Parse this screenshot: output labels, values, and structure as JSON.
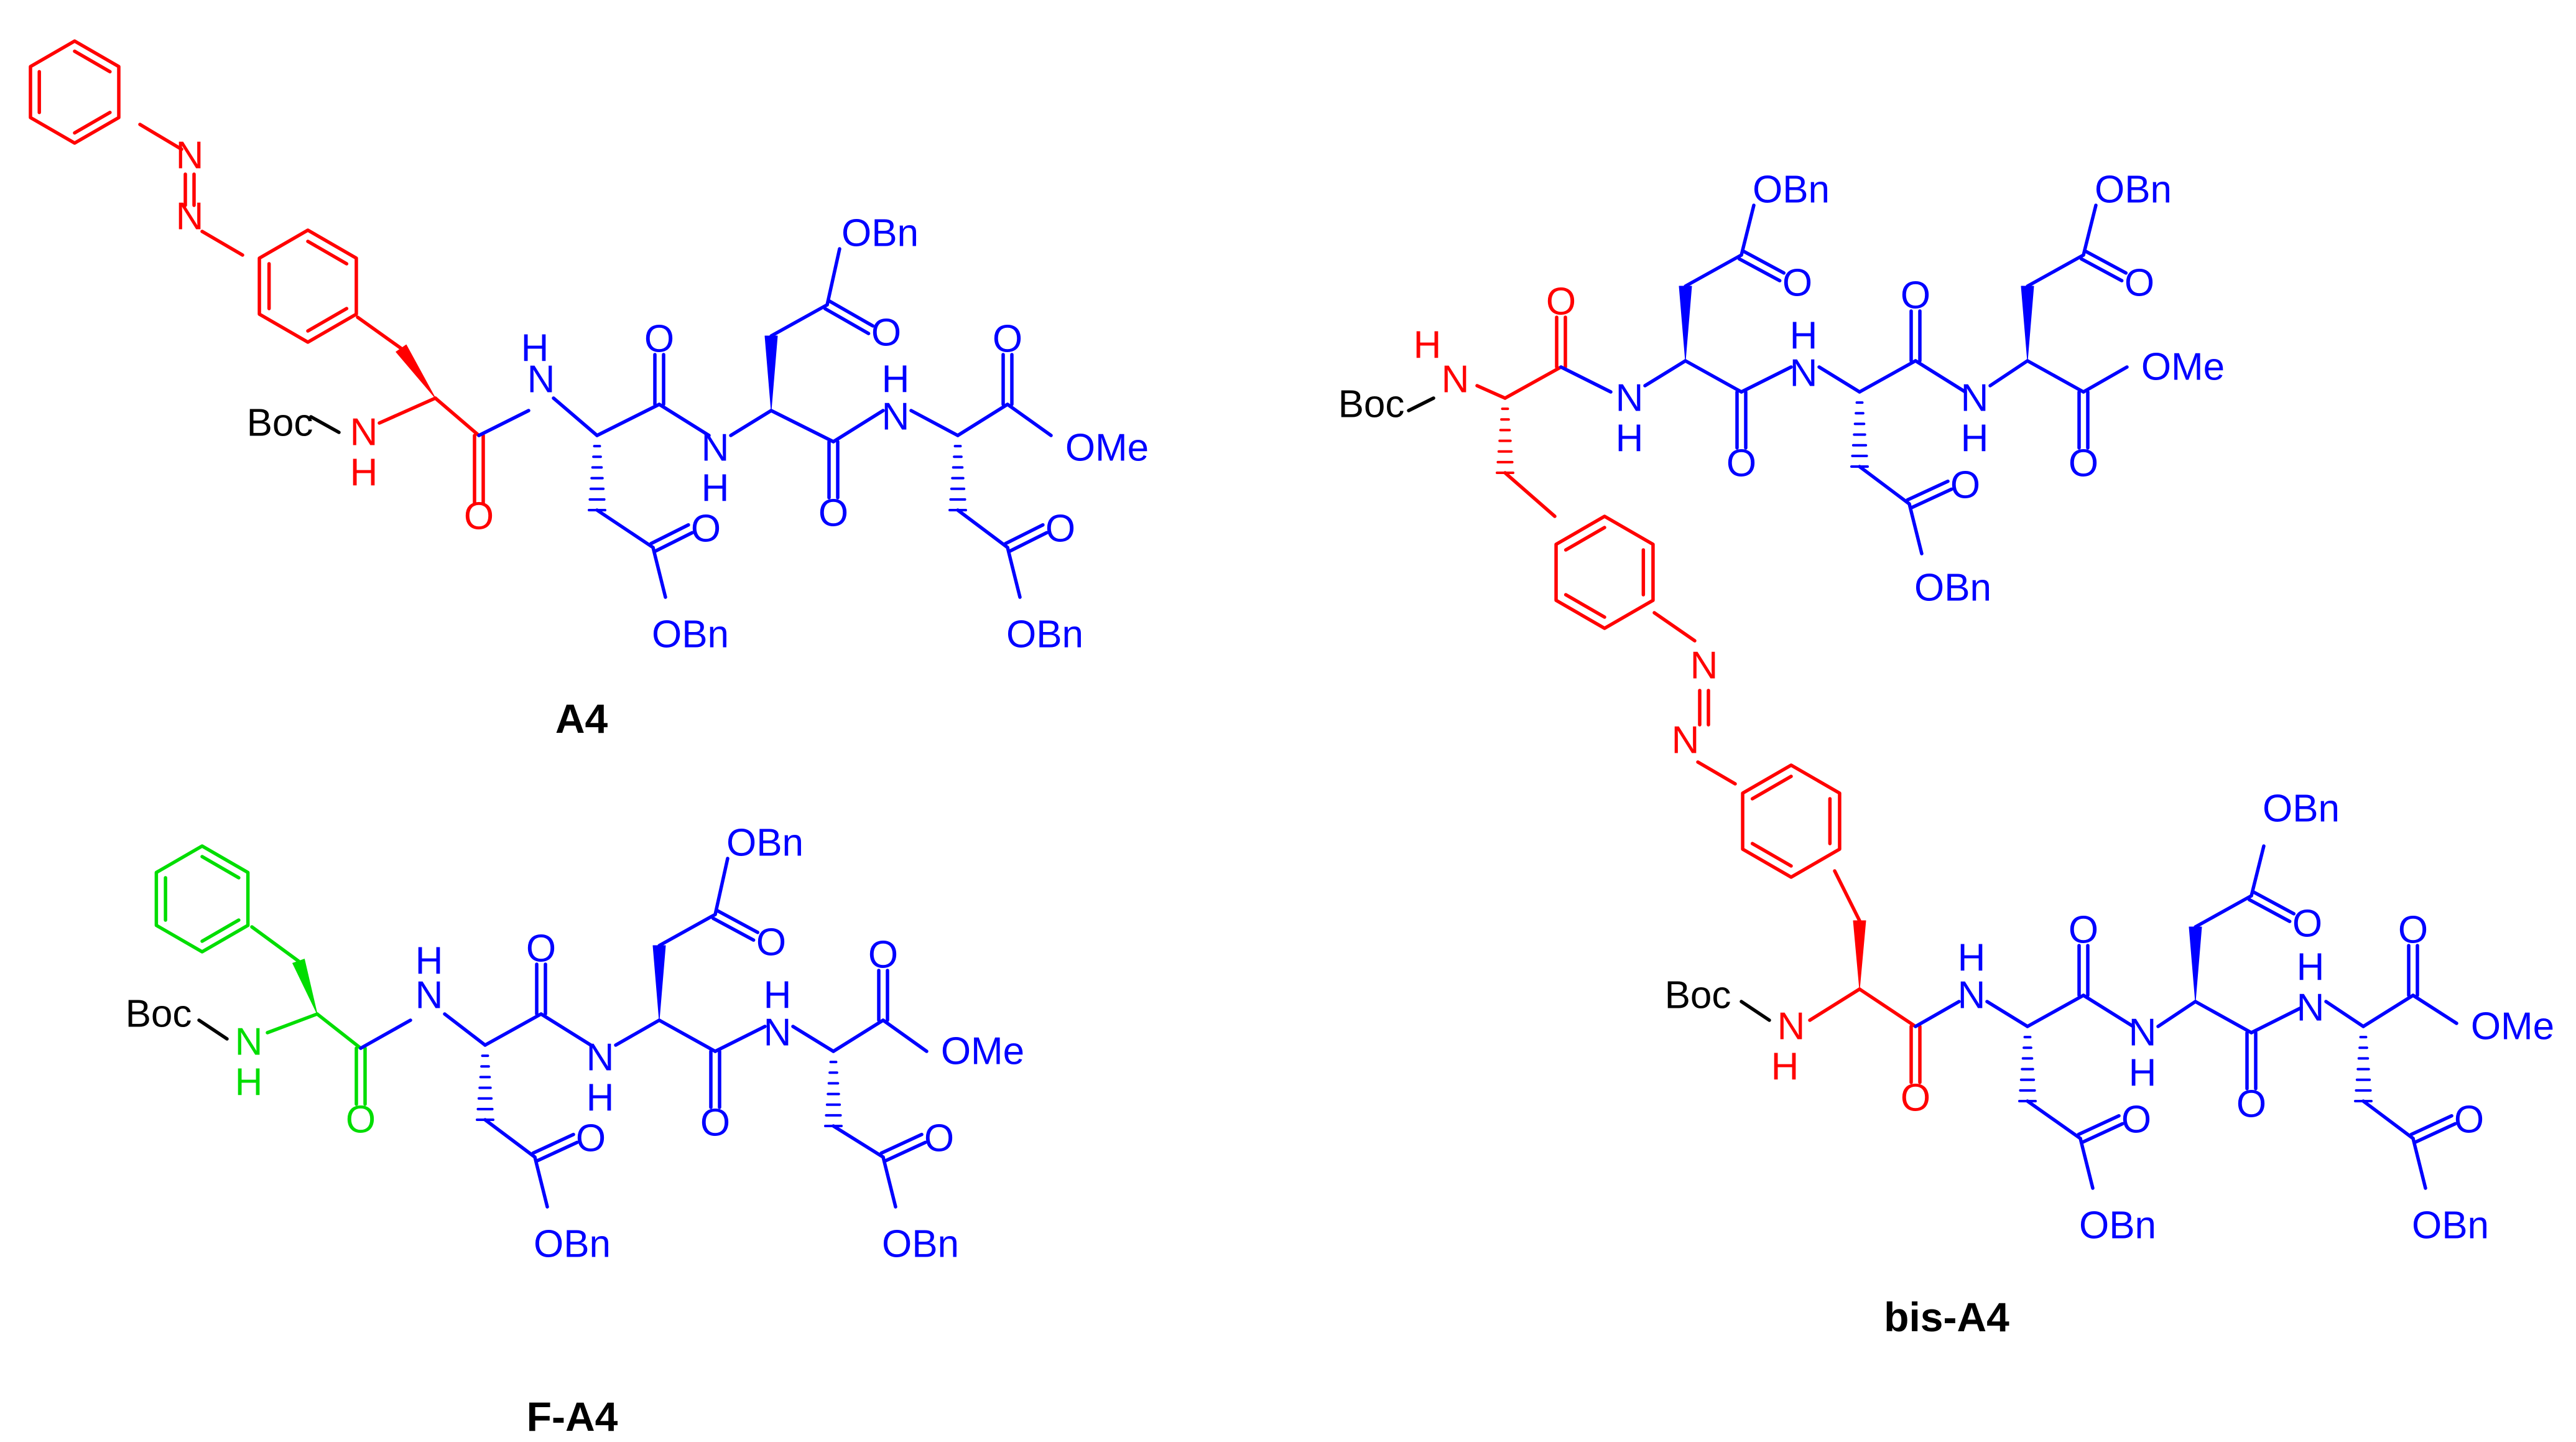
{
  "colors": {
    "black": "#000000",
    "azo_red": "#ff0000",
    "aspartate_blue": "#0000ff",
    "phenylalanine_green": "#00dd00"
  },
  "labels": {
    "boc": "Boc",
    "nh": "NH",
    "n": "N",
    "h": "H",
    "o": "O",
    "obn": "OBn",
    "ome": "OMe"
  },
  "compounds": [
    {
      "id": "A4",
      "caption": "A4",
      "residue1": "4-(phenylazo)phenylalanine",
      "residue1_color": "#ff0000",
      "chain_color": "#0000ff"
    },
    {
      "id": "F-A4",
      "caption": "F-A4",
      "residue1": "phenylalanine",
      "residue1_color": "#00dd00",
      "chain_color": "#0000ff"
    },
    {
      "id": "bis-A4",
      "caption": "bis-A4",
      "residue1": "azobenzene-bridged bis(phenylalanine)",
      "residue1_color": "#ff0000",
      "chain_color": "#0000ff"
    }
  ]
}
